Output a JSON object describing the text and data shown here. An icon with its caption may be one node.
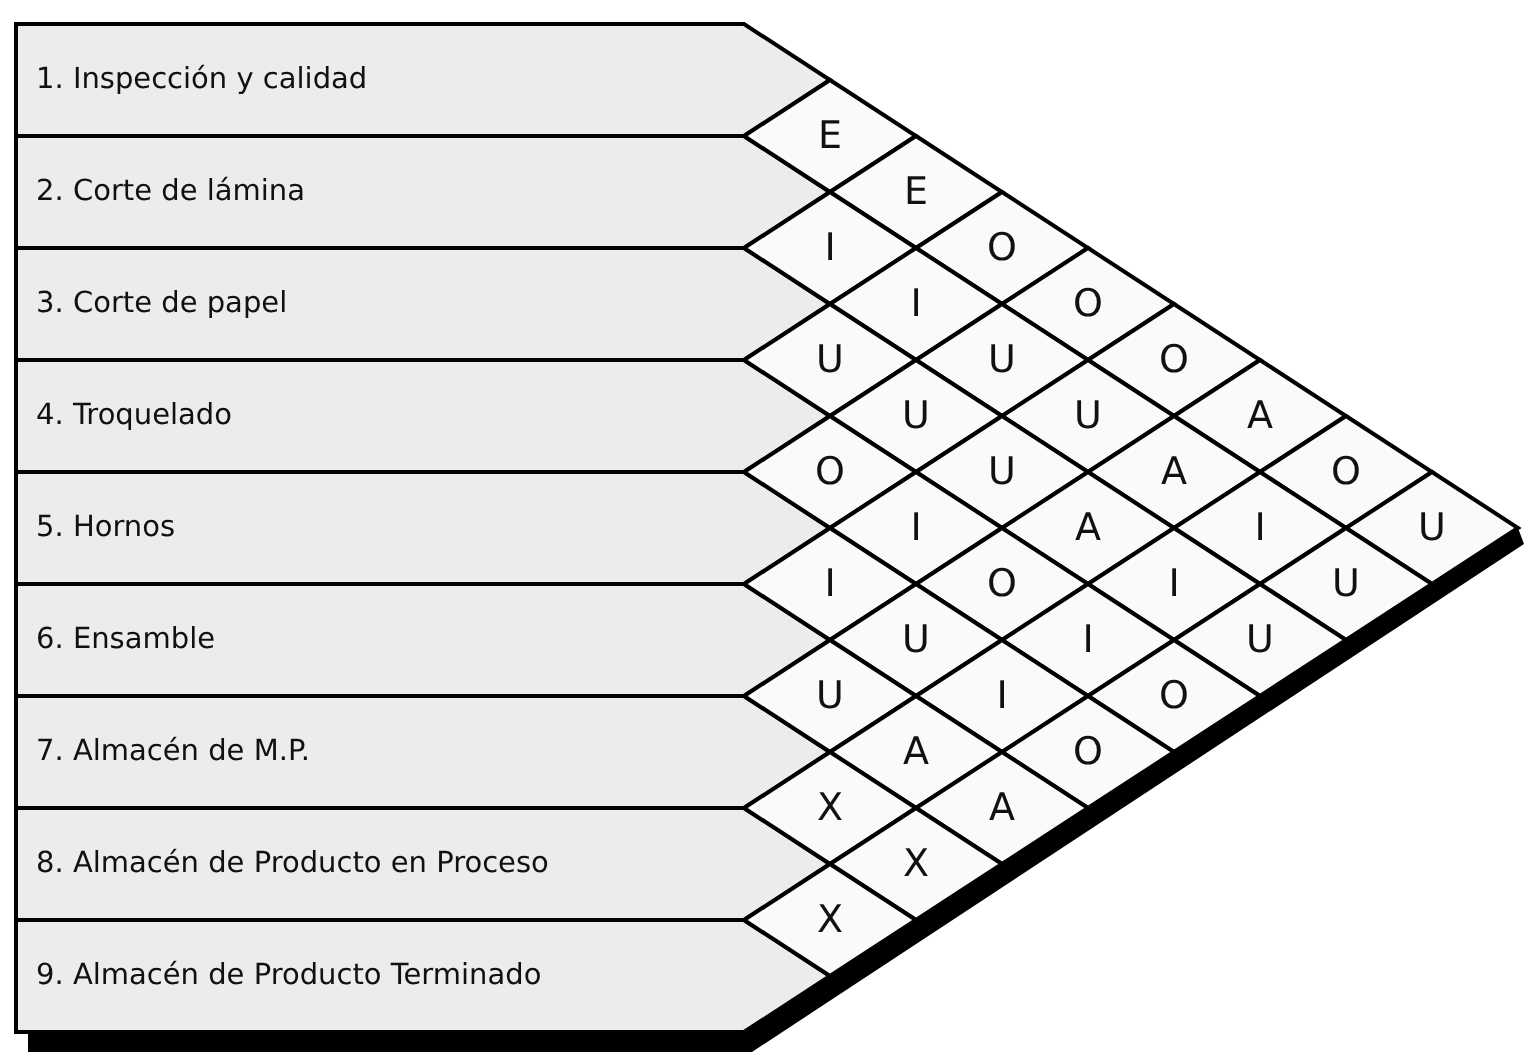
{
  "diagram": {
    "nodes": [
      {
        "text": [
          "1. Inspección y calidad"
        ]
      },
      {
        "text": [
          "2. Corte de lámina"
        ]
      },
      {
        "text": [
          "3. Corte de papel"
        ]
      },
      {
        "text": [
          "4. Troquelado"
        ]
      },
      {
        "text": [
          "5. Hornos"
        ]
      },
      {
        "text": [
          "6. Ensamble"
        ]
      },
      {
        "text": [
          "7. Almacén de M.P."
        ]
      },
      {
        "text": [
          "8. Almacén de Producto en Proceso"
        ]
      },
      {
        "text": [
          "9. Almacén de Producto Terminado"
        ]
      },
      {
        "text": [
          "E"
        ]
      },
      {
        "text": [
          "E"
        ]
      },
      {
        "text": [
          "I"
        ]
      },
      {
        "text": [
          "O"
        ]
      },
      {
        "text": [
          "I"
        ]
      },
      {
        "text": [
          "O"
        ]
      },
      {
        "text": [
          "U"
        ]
      },
      {
        "text": [
          "U"
        ]
      },
      {
        "text": [
          "O"
        ]
      },
      {
        "text": [
          "U"
        ]
      },
      {
        "text": [
          "U"
        ]
      },
      {
        "text": [
          "A"
        ]
      },
      {
        "text": [
          "O"
        ]
      },
      {
        "text": [
          "U"
        ]
      },
      {
        "text": [
          "A"
        ]
      },
      {
        "text": [
          "O"
        ]
      },
      {
        "text": [
          "I"
        ]
      },
      {
        "text": [
          "A"
        ]
      },
      {
        "text": [
          "I"
        ]
      },
      {
        "text": [
          "U"
        ]
      },
      {
        "text": [
          "I"
        ]
      },
      {
        "text": [
          "O"
        ]
      },
      {
        "text": [
          "I"
        ]
      },
      {
        "text": [
          "U"
        ]
      },
      {
        "text": [
          "U"
        ]
      },
      {
        "text": [
          "I"
        ]
      },
      {
        "text": [
          "U"
        ]
      },
      {
        "text": [
          "U"
        ]
      },
      {
        "text": [
          "I"
        ]
      },
      {
        "text": [
          "O"
        ]
      },
      {
        "text": [
          "A"
        ]
      },
      {
        "text": [
          "O"
        ]
      },
      {
        "text": [
          "X"
        ]
      },
      {
        "text": [
          "A"
        ]
      },
      {
        "text": [
          "X"
        ]
      },
      {
        "text": [
          "X"
        ]
      }
    ]
  }
}
